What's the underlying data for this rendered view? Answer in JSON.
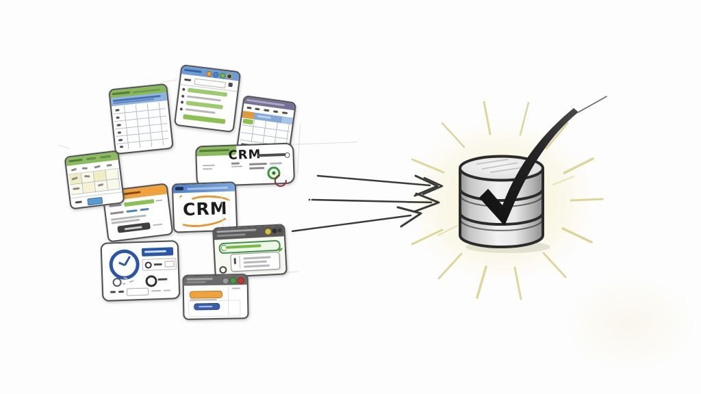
{
  "illustration": {
    "style": "hand-drawn pencil sketch",
    "description": "Many scattered application window sketches on the left funnel via three arrows into a single glowing database cylinder marked with a large checkmark",
    "crm_card_label": "CRM",
    "crm_window_label": "CRM"
  },
  "windows": [
    {
      "name": "spreadsheet-window",
      "header_color": "#87b85a",
      "toolbar_color": "#8fb3e0",
      "content": "grid of cells with row numbers"
    },
    {
      "name": "search-list-window",
      "header_color": "#6f9cd6",
      "content": "search field and list rows with green highlights"
    },
    {
      "name": "calendar-table-window",
      "header_color": "#777096",
      "band_color": "#86a8d8",
      "accent_cells": [
        "#e09a3e",
        "#8cc152"
      ]
    },
    {
      "name": "crm-card",
      "label": "CRM",
      "corner_band_color": "#8abc5e",
      "icon_colors": [
        "#3f9440",
        "#8a2f3a"
      ]
    },
    {
      "name": "crm-logo-window",
      "label": "CRM",
      "header_color": "#5b8fd0",
      "swoosh_color": "#e8952e"
    },
    {
      "name": "login-form-window",
      "header_color": "#f0a23e",
      "button_color": "#3f3f3f",
      "field_colors": [
        "#8cc152",
        "#4a7fc0"
      ]
    },
    {
      "name": "planner-grid-window",
      "header_color": "#8abc5e",
      "cell_color": "#f4f0c4",
      "button_color": "#5b9bd5"
    },
    {
      "name": "timer-dialog-window",
      "accent_color": "#2a56a8",
      "content": "clock gauge, radio options, small fields"
    },
    {
      "name": "progress-popup-window",
      "header_color": "#5a5a5a",
      "progress_color": "#3f8f4a",
      "status_dot_color": "#d8c23c"
    },
    {
      "name": "buttons-window",
      "header_color": "#6a6a6a",
      "window_dots": [
        "#9a9a9a",
        "#4a9b3f",
        "#c03a30"
      ],
      "button_colors": [
        "#f0a23e",
        "#3a5fb0"
      ]
    }
  ],
  "arrows": {
    "count": 3,
    "direction": "right",
    "color": "#3a3a3a"
  },
  "database": {
    "shape": "cylinder",
    "segments": 3,
    "outline_color": "#2b2b2b",
    "body_highlight": "#f1f1f1",
    "body_shade": "#9a9a9a",
    "checkmark_color": "#1e1e1e",
    "glow_color": "#f2ecc0"
  },
  "icons": {
    "magnifier-icon": "small ring with handle on CRM card",
    "clock-icon": "blue ring with hands in timer window",
    "window-control-dots": "gray, green, red circles",
    "checkmark-icon": "large pencil check over database"
  }
}
